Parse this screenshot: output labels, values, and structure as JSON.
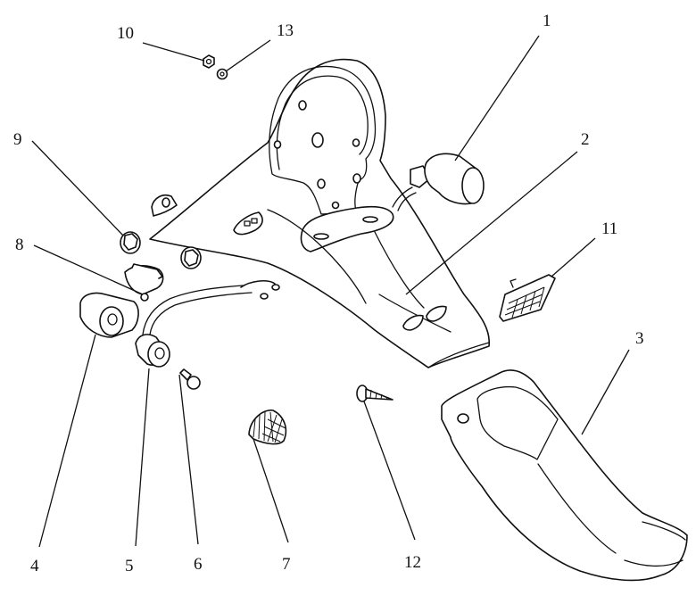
{
  "diagram": {
    "type": "exploded-parts-diagram",
    "subject": "Rear fender / tail light assembly",
    "line_color": "#111111",
    "background": "#ffffff",
    "callouts": [
      {
        "id": "1",
        "label": "1",
        "part": "tail-light"
      },
      {
        "id": "2",
        "label": "2",
        "part": "rear-fender-upper"
      },
      {
        "id": "3",
        "label": "3",
        "part": "rear-fender-lower"
      },
      {
        "id": "4",
        "label": "4",
        "part": "turn-signal-lamp"
      },
      {
        "id": "5",
        "label": "5",
        "part": "turn-signal-socket-wiring"
      },
      {
        "id": "6",
        "label": "6",
        "part": "bulb"
      },
      {
        "id": "7",
        "label": "7",
        "part": "reflector-round"
      },
      {
        "id": "8",
        "label": "8",
        "part": "turn-signal-bracket"
      },
      {
        "id": "9",
        "label": "9",
        "part": "flange-nut"
      },
      {
        "id": "10",
        "label": "10",
        "part": "nut"
      },
      {
        "id": "11",
        "label": "11",
        "part": "reflector-rectangular"
      },
      {
        "id": "12",
        "label": "12",
        "part": "tapping-screw"
      },
      {
        "id": "13",
        "label": "13",
        "part": "washer"
      }
    ]
  }
}
